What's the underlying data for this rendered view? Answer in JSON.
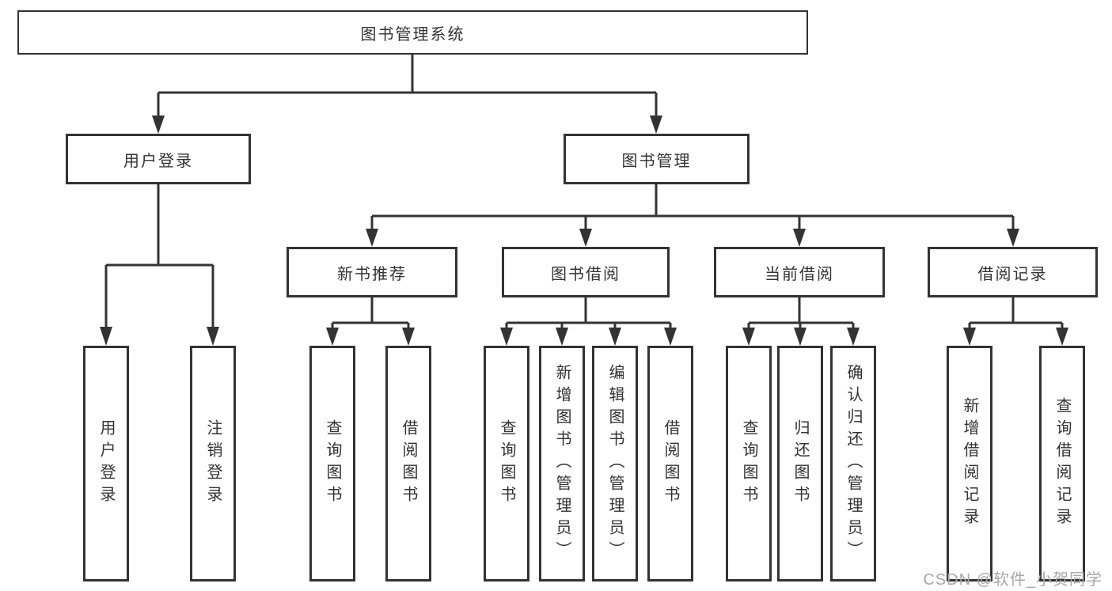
{
  "root": {
    "label": "图书管理系统"
  },
  "level2": [
    {
      "label": "用户登录"
    },
    {
      "label": "图书管理"
    }
  ],
  "level3": [
    {
      "label": "新书推荐",
      "parent": "图书管理"
    },
    {
      "label": "图书借阅",
      "parent": "图书管理"
    },
    {
      "label": "当前借阅",
      "parent": "图书管理"
    },
    {
      "label": "借阅记录",
      "parent": "图书管理"
    }
  ],
  "leaves": [
    {
      "label": "用户登录",
      "parent": "用户登录"
    },
    {
      "label": "注销登录",
      "parent": "用户登录"
    },
    {
      "label": "查询图书",
      "parent": "新书推荐"
    },
    {
      "label": "借阅图书",
      "parent": "新书推荐"
    },
    {
      "label": "查询图书",
      "parent": "图书借阅"
    },
    {
      "label": "新增图书（管理员）",
      "parent": "图书借阅"
    },
    {
      "label": "编辑图书（管理员）",
      "parent": "图书借阅"
    },
    {
      "label": "借阅图书",
      "parent": "图书借阅"
    },
    {
      "label": "查询图书",
      "parent": "当前借阅"
    },
    {
      "label": "归还图书",
      "parent": "当前借阅"
    },
    {
      "label": "确认归还（管理员）",
      "parent": "当前借阅"
    },
    {
      "label": "新增借阅记录",
      "parent": "借阅记录"
    },
    {
      "label": "查询借阅记录",
      "parent": "借阅记录"
    }
  ],
  "watermark": "CSDN @软件_小贺同学",
  "colors": {
    "line": "#333333",
    "text": "#333333",
    "background": "#ffffff",
    "watermark": "#a8a8a8"
  }
}
